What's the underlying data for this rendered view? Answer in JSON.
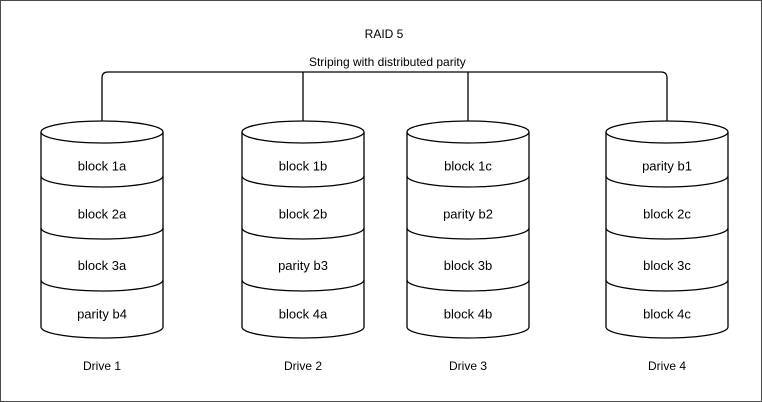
{
  "diagram": {
    "title": "RAID 5",
    "subtitle": "Striping with distributed parity"
  },
  "drives": [
    {
      "label": "Drive 1",
      "blocks": [
        "block 1a",
        "block 2a",
        "block 3a",
        "parity b4"
      ]
    },
    {
      "label": "Drive 2",
      "blocks": [
        "block 1b",
        "block 2b",
        "parity b3",
        "block 4a"
      ]
    },
    {
      "label": "Drive 3",
      "blocks": [
        "block 1c",
        "parity b2",
        "block 3b",
        "block 4b"
      ]
    },
    {
      "label": "Drive 4",
      "blocks": [
        "parity b1",
        "block 2c",
        "block 3c",
        "block 4c"
      ]
    }
  ],
  "colors": {
    "line": "#000000",
    "background": "#ffffff",
    "border": "#4a4a4a"
  }
}
